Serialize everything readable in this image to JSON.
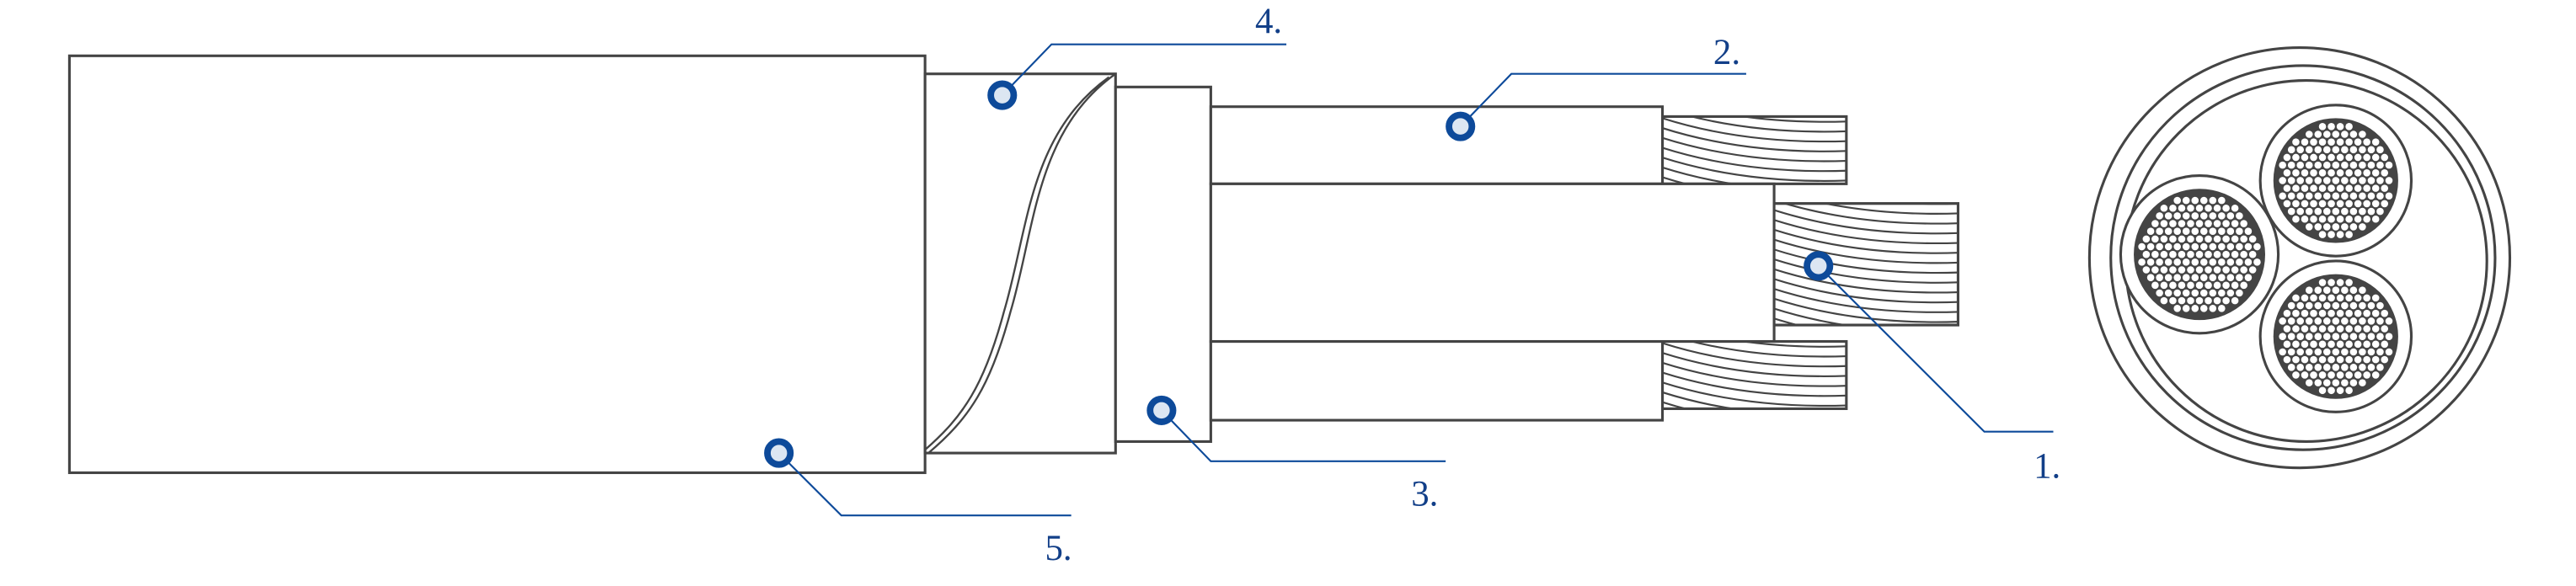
{
  "callouts": [
    {
      "id": "1",
      "label": "1."
    },
    {
      "id": "2",
      "label": "2."
    },
    {
      "id": "3",
      "label": "3."
    },
    {
      "id": "4",
      "label": "4."
    },
    {
      "id": "5",
      "label": "5."
    }
  ],
  "colors": {
    "line": "#444444",
    "accent": "#0d4a9a",
    "marker_fill": "#dce6f2"
  }
}
